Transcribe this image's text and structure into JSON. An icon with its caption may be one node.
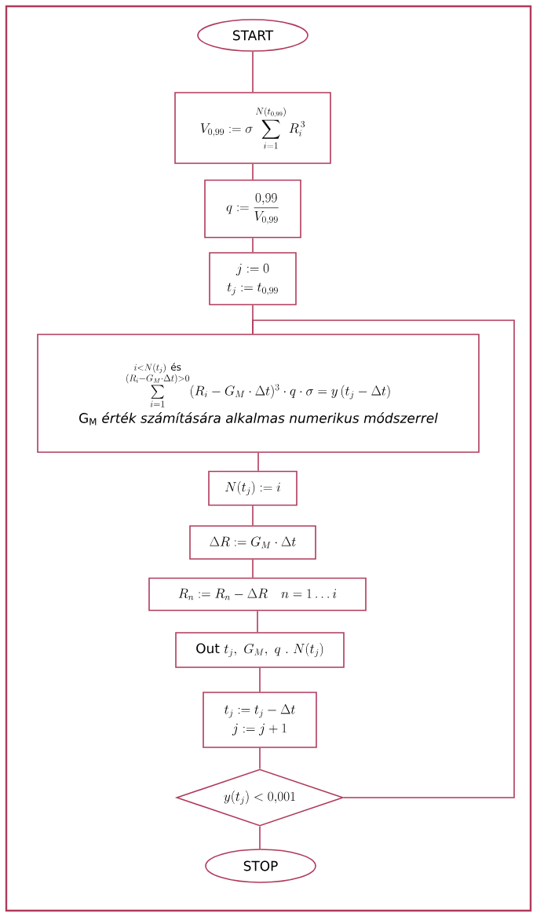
{
  "diagram": {
    "nodes": [
      {
        "text": [
          "START"
        ]
      },
      {
        "text": [
          "V_{0,99}:=\\sigma\\sum\\limits_{i=1}^{N(t_{0,99})}R_i^{\\,3}"
        ]
      },
      {
        "text": [
          "q:=\\frac{0{,}99}{V_{0,99}}"
        ]
      },
      {
        "text": [
          "\\begin{gathered}j:=0\\\\ t_j:=t_{0,99}\\end{gathered}"
        ]
      },
      {
        "text": [
          "\\sum\\limits_{i=1}^{\\substack{i<N(t_j)\\ \\text{és}\\\\ (R_i-G_M\\cdot\\Delta t)>0}}(R_i-G_M\\cdot\\Delta t)^3\\cdot q\\cdot\\sigma=y\\,(t_j-\\Delta t)",
          "G$_{M}$ *érték számítására alkalmas numerikus módszerrel*"
        ]
      },
      {
        "text": [
          "N(t_j):=i"
        ]
      },
      {
        "text": [
          "\\Delta R:=G_M\\cdot\\Delta t"
        ]
      },
      {
        "text": [
          "R_n:=R_n-\\Delta R\\quad n=1\\ldots i"
        ]
      },
      {
        "text": [
          "\\mathrm{Out}\\ t_j,\\ G_M,\\ q\\ .\\ N(t_j)"
        ]
      },
      {
        "text": [
          "\\begin{gathered}t_j:=t_j-\\Delta t\\\\ j:=j+1\\end{gathered}"
        ]
      },
      {
        "text": [
          "y(t_j)<0{,}001"
        ]
      },
      {
        "text": [
          "STOP"
        ]
      }
    ],
    "edges": [
      {
        "from": 0,
        "to": 1,
        "arrow": "none"
      },
      {
        "from": 1,
        "to": 2,
        "arrow": "none"
      },
      {
        "from": 2,
        "to": 3,
        "arrow": "none"
      },
      {
        "from": 3,
        "to": 4,
        "arrow": "none"
      },
      {
        "from": 4,
        "to": 5,
        "arrow": "none"
      },
      {
        "from": 5,
        "to": 6,
        "arrow": "none"
      },
      {
        "from": 6,
        "to": 7,
        "arrow": "none"
      },
      {
        "from": 7,
        "to": 8,
        "arrow": "none"
      },
      {
        "from": 8,
        "to": 9,
        "arrow": "none"
      },
      {
        "from": 9,
        "to": 10,
        "arrow": "none"
      },
      {
        "from": 10,
        "to": 11,
        "arrow": "none"
      },
      {
        "from": 10,
        "to": 4,
        "arrow": "none"
      }
    ]
  }
}
